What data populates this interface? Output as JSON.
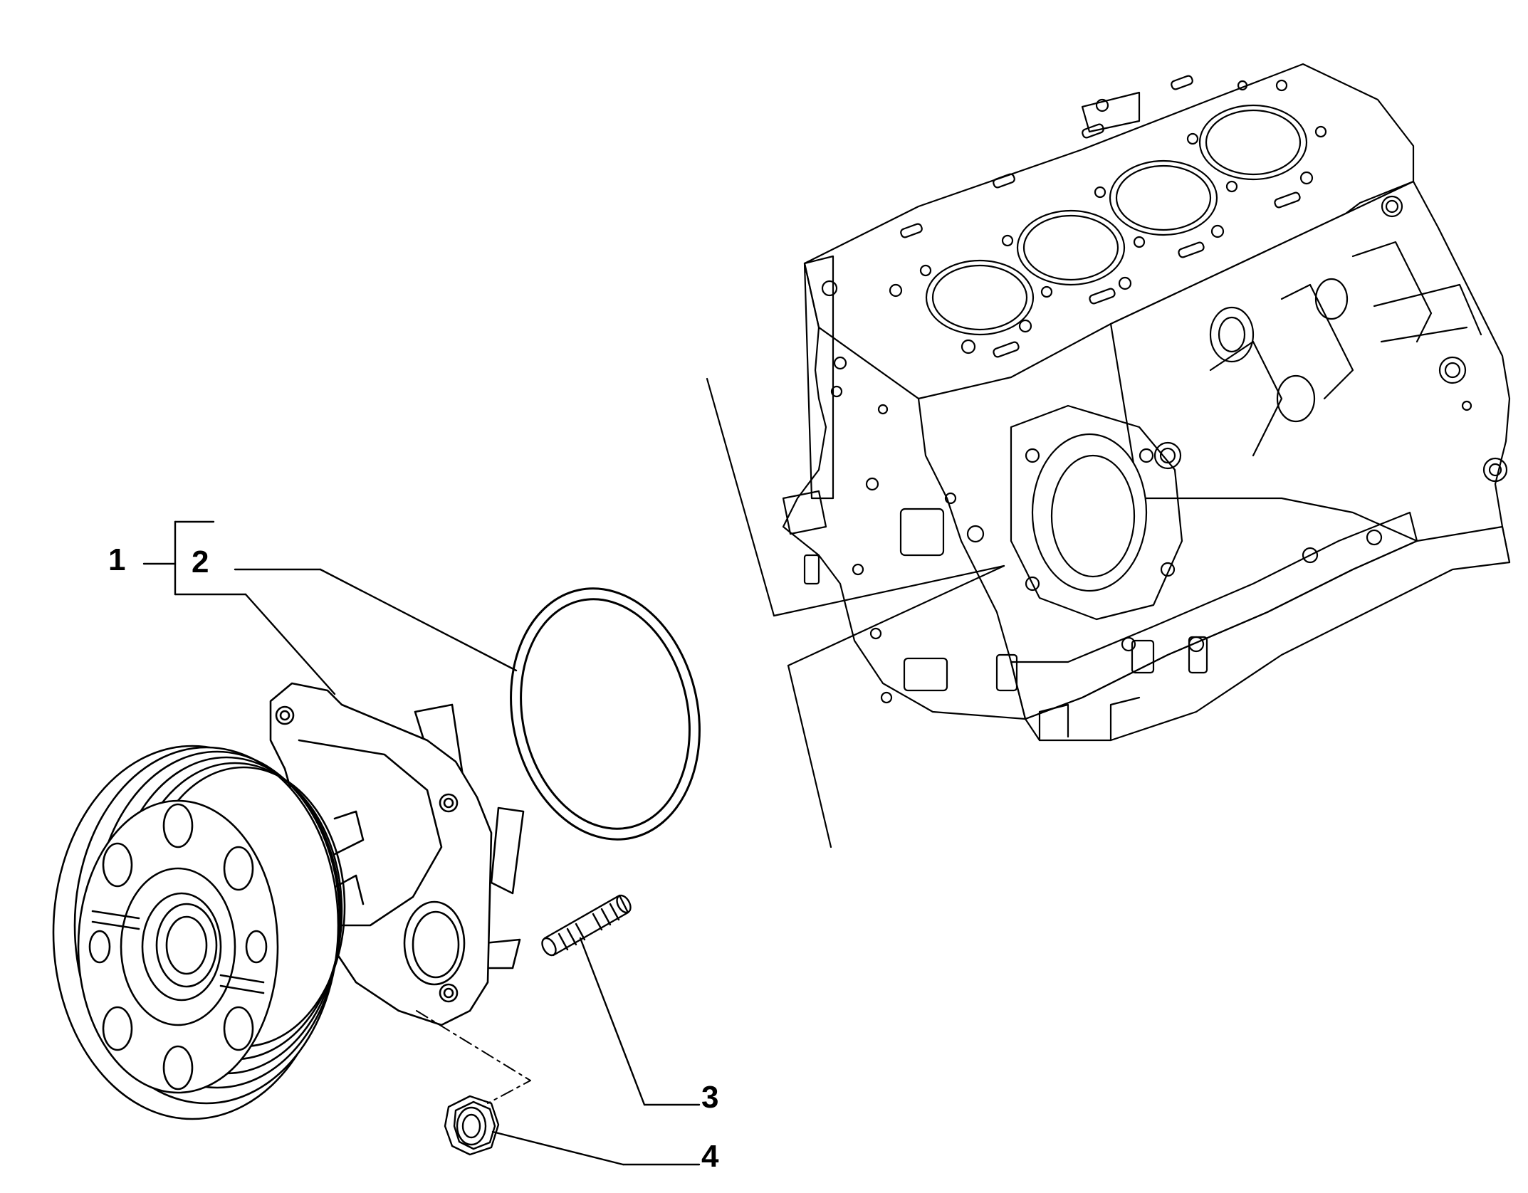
{
  "diagram": {
    "type": "exploded-parts-diagram",
    "line_color": "#000000",
    "background": "#ffffff",
    "callouts": [
      {
        "id": "1",
        "label": "1"
      },
      {
        "id": "2",
        "label": "2"
      },
      {
        "id": "3",
        "label": "3"
      },
      {
        "id": "4",
        "label": "4"
      }
    ],
    "icons": [
      "engine-block-icon",
      "water-pump-icon",
      "gasket-ring-icon",
      "stud-bolt-icon",
      "hex-nut-icon"
    ]
  }
}
